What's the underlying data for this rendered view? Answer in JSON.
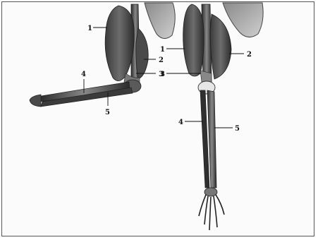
{
  "labels": {
    "left_muscle_a": "1",
    "left_muscle_b": "2",
    "left_tendon": "3",
    "left_bone_a": "4",
    "left_bone_b": "5",
    "right_muscle_a": "1",
    "right_muscle_b": "2",
    "right_tendon": "3",
    "right_bone_a": "4",
    "right_bone_b": "5"
  }
}
